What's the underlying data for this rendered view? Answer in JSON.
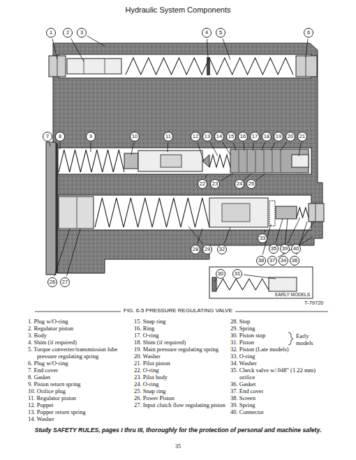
{
  "diagram": {
    "title": "Hydraulic System Components",
    "caption": "FIG. 6-5 PRESSURE REGULATING VALVE",
    "labels": [
      "1",
      "2",
      "3",
      "4",
      "5",
      "6",
      "7",
      "8",
      "9",
      "10",
      "11",
      "12",
      "13",
      "14",
      "15",
      "16",
      "17",
      "18",
      "19",
      "20",
      "21",
      "22",
      "23",
      "24",
      "25",
      "26",
      "27",
      "28",
      "29",
      "30",
      "31",
      "32",
      "33",
      "34",
      "35",
      "36",
      "37",
      "38",
      "39",
      "40",
      "EARLY MODELS",
      "T-79720",
      "1. Plug w/O-ring",
      "2. Regulator piston",
      "3. Body",
      "4. Shim (if required)",
      "5. Torque converter/transmission lube pressure regulating spring",
      "6. Plug w/O-ring",
      "7. End cover",
      "8. Gasket",
      "9. Piston return spring",
      "10. Orifice plug",
      "11. Regulator piston",
      "12. Poppet",
      "13. Popper return spring",
      "14. Washer",
      "15. Snap ring",
      "16. Ring",
      "17. O-ring",
      "18. Shim (if required)",
      "19. Main pressure regulating spring",
      "20. Washer",
      "21. Pilot piston",
      "22. O-ring",
      "23. Pilot body",
      "24. O-ring",
      "25. Snap ring",
      "26. Power Piston",
      "27. Input clutch flow regulating piston",
      "28. Stop",
      "29. Spring",
      "30. Piston stop",
      "31. Piston",
      "32. Piston (Late models)",
      "33. O-ring",
      "34. Washer",
      "35. Check valve w/.048\" (1.22 mm) orifice",
      "36. Gasket",
      "37. End cover",
      "38. Screen",
      "39. Spring",
      "40. Connector",
      "Early models",
      "Study SAFETY RULES, pages I thru III, thoroughly for the protection of personal and machine safety.",
      "35"
    ]
  }
}
